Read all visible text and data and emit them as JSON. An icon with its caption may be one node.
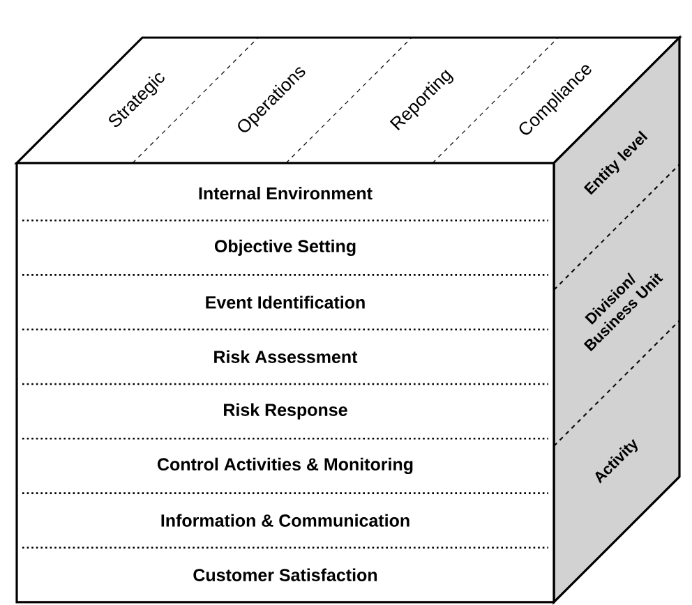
{
  "diagram": {
    "nodes": [
      {
        "text": [
          "Internal Environment"
        ]
      },
      {
        "text": [
          "Objective Setting"
        ]
      },
      {
        "text": [
          "Event Identification"
        ]
      },
      {
        "text": [
          "Risk Assessment"
        ]
      },
      {
        "text": [
          "Risk Response"
        ]
      },
      {
        "text": [
          "Control Activities & Monitoring"
        ]
      },
      {
        "text": [
          "Information & Communication"
        ]
      },
      {
        "text": [
          "Customer Satisfaction"
        ]
      },
      {
        "text": [
          "Strategic"
        ]
      },
      {
        "text": [
          "Operations"
        ]
      },
      {
        "text": [
          "Reporting"
        ]
      },
      {
        "text": [
          "Compliance"
        ]
      },
      {
        "text": [
          "Entity level"
        ]
      },
      {
        "text": [
          "Division/ Business Unit"
        ]
      },
      {
        "text": [
          "Activity"
        ]
      }
    ]
  }
}
